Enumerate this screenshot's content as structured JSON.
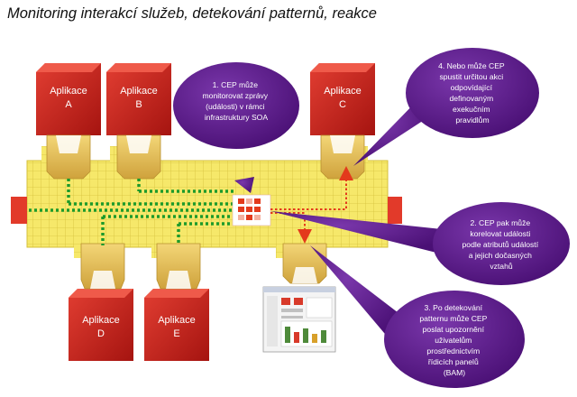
{
  "title": "Monitoring interakcí služeb, detekování patternů, reakce",
  "apps": [
    {
      "line1": "Aplikace",
      "line2": "A"
    },
    {
      "line1": "Aplikace",
      "line2": "B"
    },
    {
      "line1": "Aplikace",
      "line2": "C"
    },
    {
      "line1": "Aplikace",
      "line2": "D"
    },
    {
      "line1": "Aplikace",
      "line2": "E"
    }
  ],
  "callouts": [
    {
      "lines": [
        "1. CEP může",
        "monitorovat zprávy",
        "(události) v rámci",
        "infrastruktury SOA"
      ]
    },
    {
      "lines": [
        "4. Nebo může CEP",
        "spustit určitou akci",
        "odpovídající",
        "definovaným",
        "exekučním",
        "pravidlům"
      ]
    },
    {
      "lines": [
        "2. CEP pak může",
        "korelovat události",
        "podle atributů událostí",
        "a jejich dočasných",
        "vztahů"
      ]
    },
    {
      "lines": [
        "3. Po detekování",
        "patternu může CEP",
        "poslat upozornění",
        "uživatelům",
        "prostřednictvím",
        "řídicích panelů",
        "(BAM)"
      ]
    }
  ],
  "colors": {
    "bus": "#f6e86a",
    "bus_grid": "#d9c640",
    "app_box": "#c0201e",
    "adapter": "#e8c45a",
    "callout": "#5b1a8a",
    "flow_green": "#1d9a2b",
    "flow_red": "#e33a1c",
    "bus_end": "#e23a2a"
  }
}
